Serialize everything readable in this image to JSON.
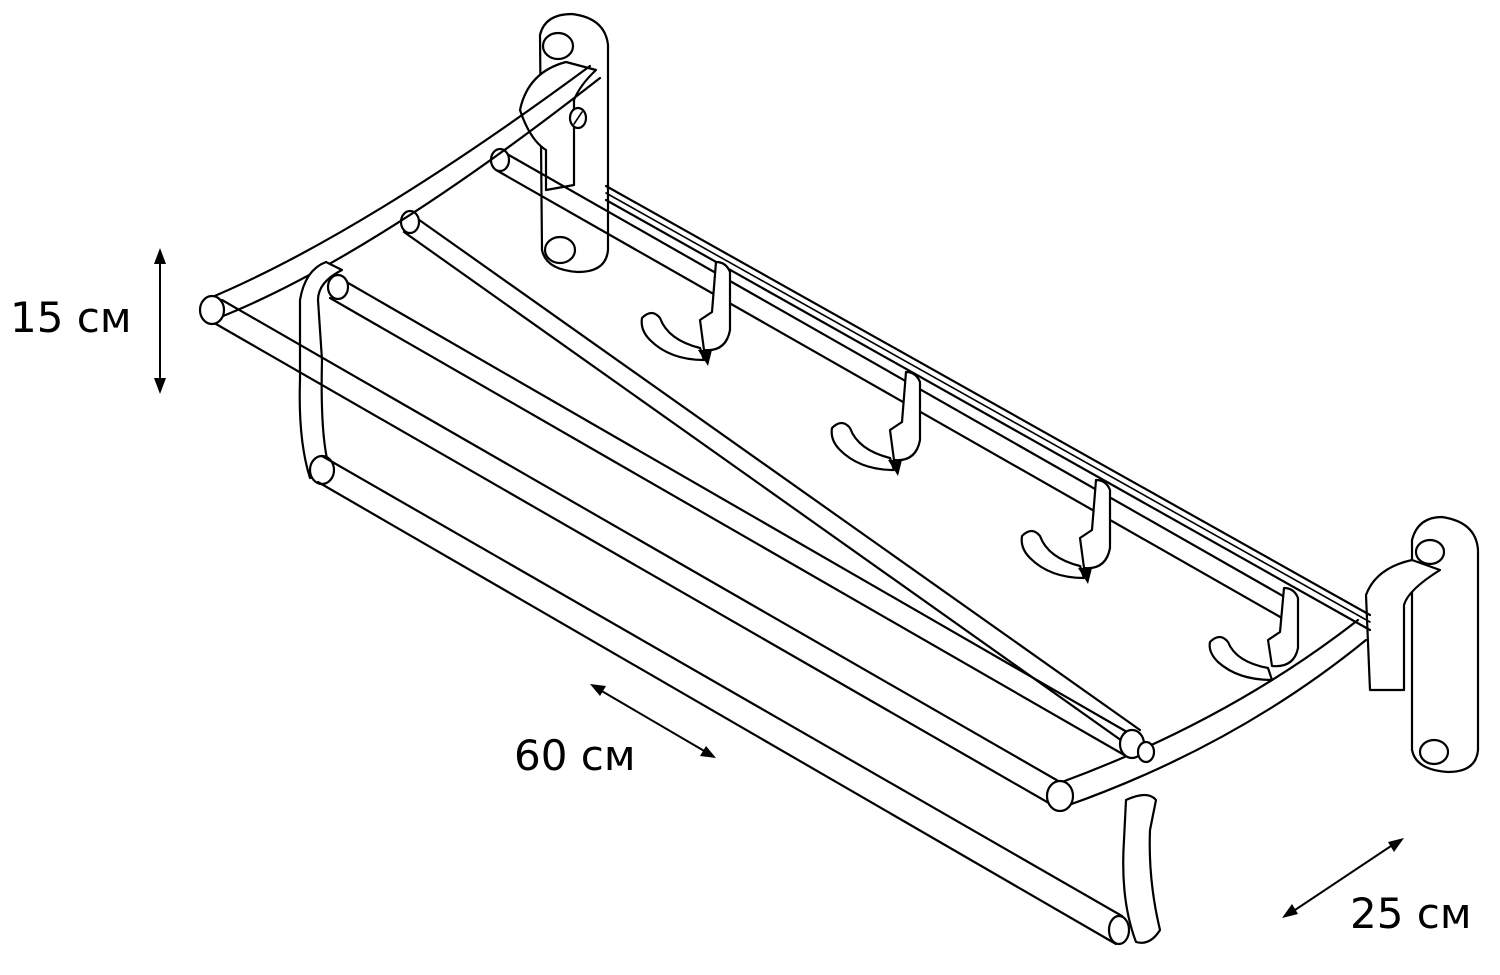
{
  "dimensions": {
    "height_label": "15 см",
    "length_label": "60 см",
    "depth_label": "25 см"
  },
  "colors": {
    "line": "#000000",
    "background": "#ffffff"
  }
}
